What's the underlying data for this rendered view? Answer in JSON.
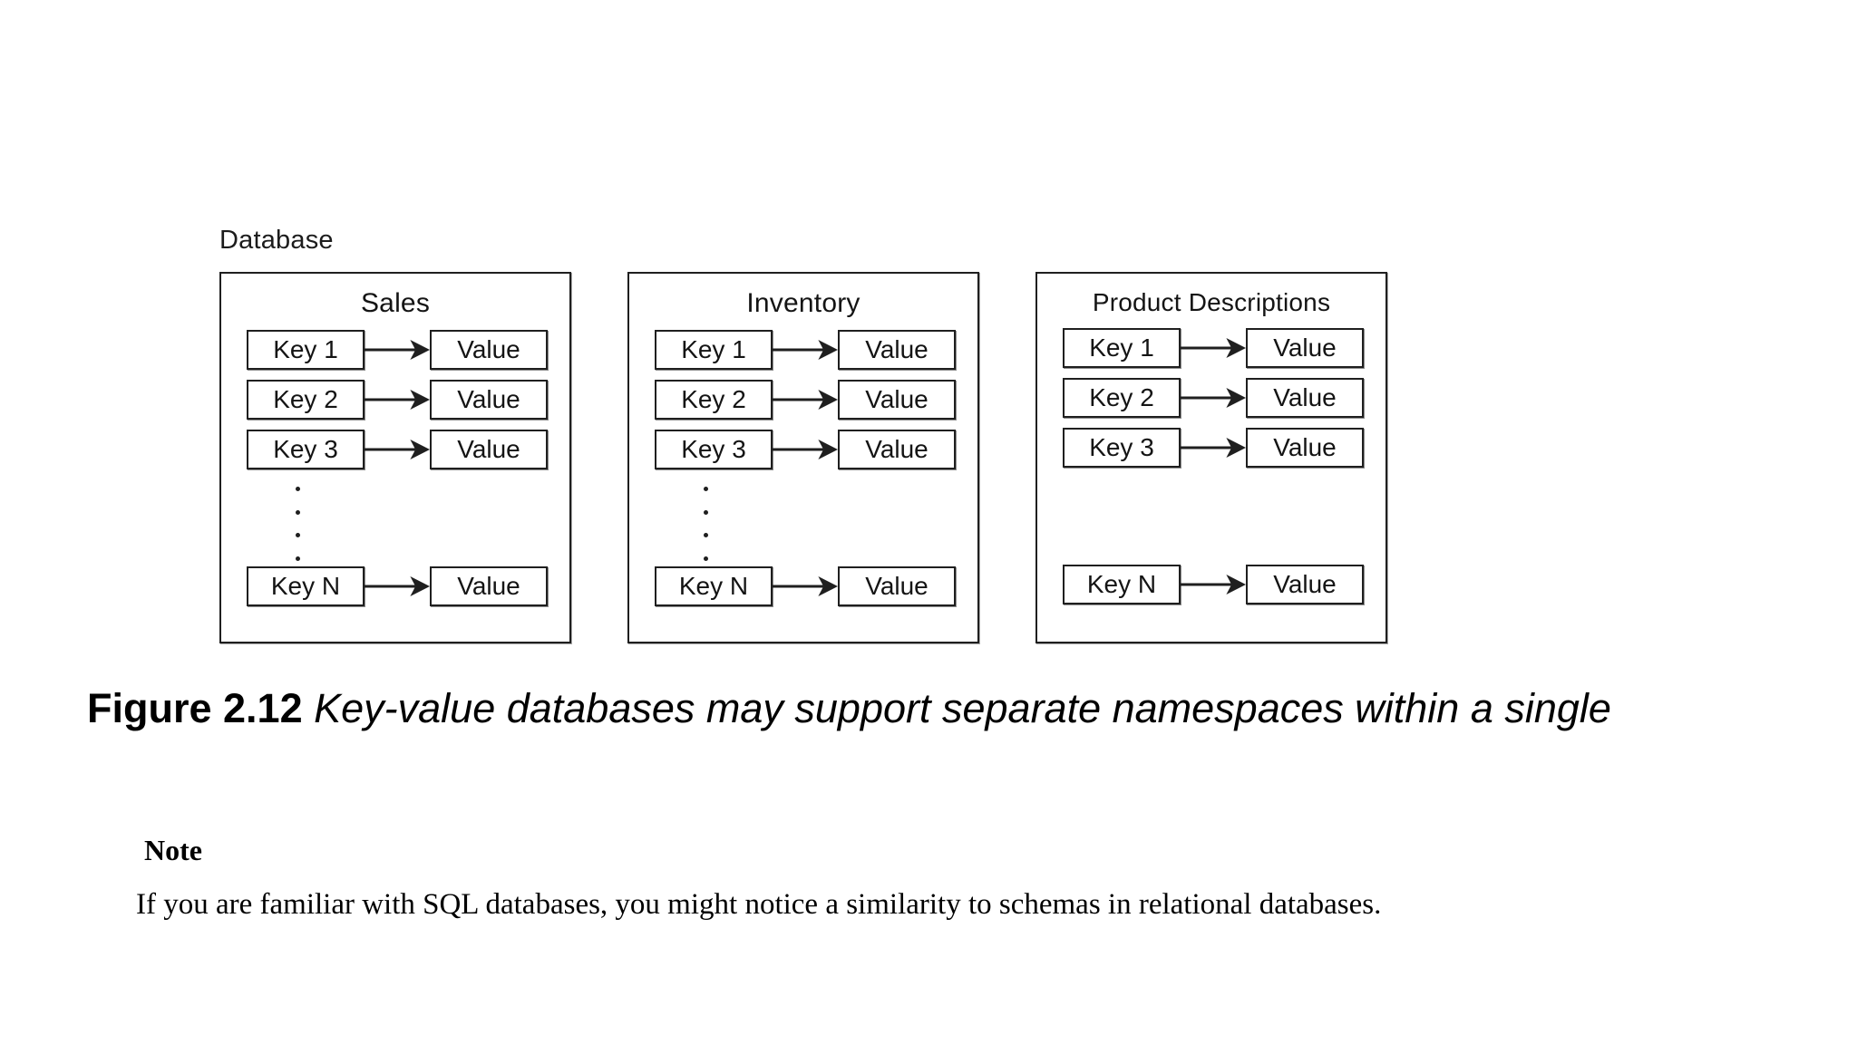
{
  "figure": {
    "database_label": "Database",
    "panels": [
      {
        "title": "Sales",
        "rows": [
          {
            "key": "Key 1",
            "value": "Value"
          },
          {
            "key": "Key 2",
            "value": "Value"
          },
          {
            "key": "Key 3",
            "value": "Value"
          },
          {
            "key": "Key N",
            "value": "Value"
          }
        ],
        "has_ellipsis": true,
        "ellipsis_dots": 4
      },
      {
        "title": "Inventory",
        "rows": [
          {
            "key": "Key 1",
            "value": "Value"
          },
          {
            "key": "Key 2",
            "value": "Value"
          },
          {
            "key": "Key 3",
            "value": "Value"
          },
          {
            "key": "Key N",
            "value": "Value"
          }
        ],
        "has_ellipsis": true,
        "ellipsis_dots": 4
      },
      {
        "title": "Product Descriptions",
        "rows": [
          {
            "key": "Key 1",
            "value": "Value"
          },
          {
            "key": "Key 2",
            "value": "Value"
          },
          {
            "key": "Key 3",
            "value": "Value"
          },
          {
            "key": "Key N",
            "value": "Value"
          }
        ],
        "has_ellipsis": false,
        "ellipsis_dots": 0
      }
    ]
  },
  "caption": {
    "figure_number": "Figure 2.12",
    "text": "Key-value databases may support separate namespaces within a single"
  },
  "note": {
    "title": "Note",
    "body": "If you are familiar with SQL databases, you might notice a similarity to schemas in relational databases."
  },
  "colors": {
    "line": "#1f1f1f",
    "text": "#141414",
    "background": "#ffffff"
  }
}
